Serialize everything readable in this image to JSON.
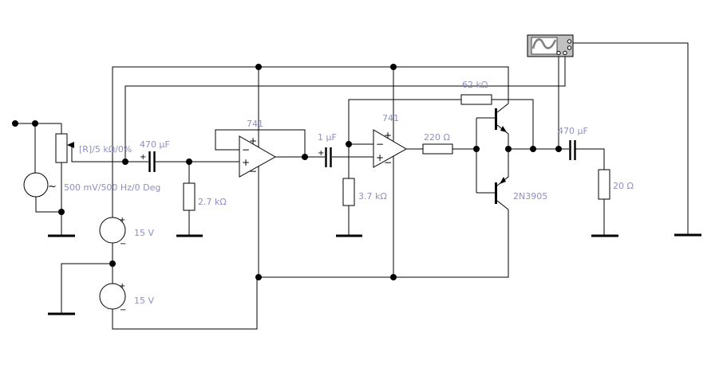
{
  "title": "transistor-pushpull-amplifier-schematic",
  "colors": {
    "background": "#ffffff",
    "wire": "#000000",
    "label": "#8f8fc0",
    "scope_body": "#c0c0c0",
    "scope_trace": "#808080",
    "scope_screen": "#ffffff"
  },
  "components": {
    "potentiometer": {
      "label": "[R]/5 kΩ/0%"
    },
    "ac_source": {
      "label": "500 mV/500 Hz/0 Deg",
      "symbol": "~"
    },
    "cap_input": {
      "label": "470 µF",
      "polarity": "+"
    },
    "r_ground_1": {
      "label": "2.7 kΩ"
    },
    "opamp1": {
      "label": "741",
      "in_minus": "−",
      "in_plus": "+",
      "pwr_plus": "+",
      "pwr_minus": "−"
    },
    "cap_coupling": {
      "label": "1 µF",
      "polarity": "+"
    },
    "r_ground_2": {
      "label": "3.7 kΩ"
    },
    "opamp2": {
      "label": "741",
      "in_minus": "−",
      "in_plus": "+",
      "pwr_plus": "+",
      "pwr_minus": "−"
    },
    "r_base": {
      "label": "220 Ω"
    },
    "r_feedback": {
      "label": "62 kΩ"
    },
    "transistor_pnp": {
      "label": "2N3905"
    },
    "cap_output": {
      "label": "470 µF"
    },
    "r_load": {
      "label": "20 Ω"
    },
    "v_supply_top": {
      "label": "15 V",
      "plus": "+",
      "minus": "−"
    },
    "v_supply_bottom": {
      "label": "15 V",
      "plus": "+",
      "minus": "−"
    },
    "oscilloscope": {
      "icon": "sine-wave-screen"
    }
  }
}
